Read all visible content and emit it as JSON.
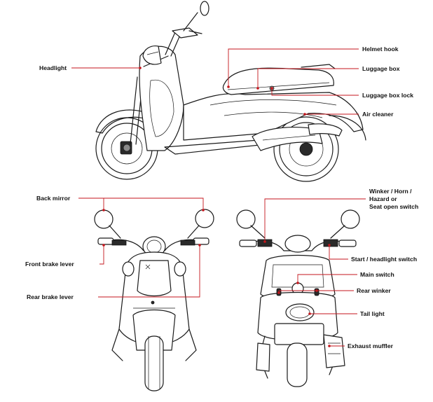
{
  "labels": {
    "helmet_hook": "Helmet hook",
    "luggage_box": "Luggage box",
    "luggage_box_lock": "Luggage box lock",
    "air_cleaner": "Air cleaner",
    "headlight": "Headlight",
    "back_mirror": "Back mirror",
    "front_brake_lever": "Front brake lever",
    "rear_brake_lever": "Rear brake lever",
    "winker_line1": "Winker / Horn /",
    "winker_line2": "Hazard or",
    "winker_line3": "Seat open switch",
    "start_headlight_switch": "Start / headlight switch",
    "main_switch": "Main switch",
    "rear_winker": "Rear winker",
    "tail_light": "Tail light",
    "exhaust_muffler": "Exhaust muffler"
  },
  "colors": {
    "leader": "#c4161c",
    "ink": "#1a1a1a",
    "background": "#ffffff"
  }
}
